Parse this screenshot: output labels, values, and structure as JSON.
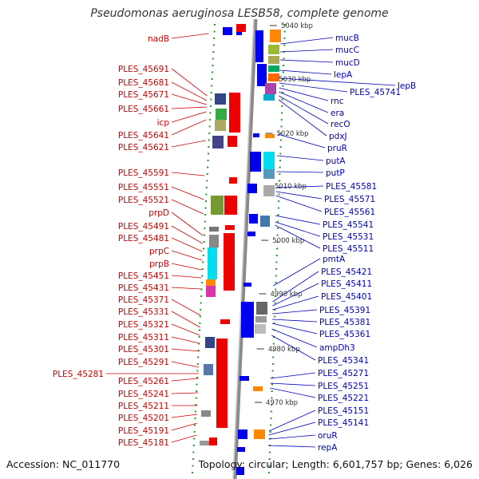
{
  "title": "Pseudomonas aeruginosa LESB58, complete genome",
  "footer": {
    "accession": "Accession: NC_011770",
    "summary": "Topology: circular; Length: 6,601,757 bp; Genes: 6,026"
  },
  "scale_labels": [
    "5040 kbp",
    "5030 kbp",
    "5020 kbp",
    "5010 kbp",
    "5000 kbp",
    "4990 kbp",
    "4980 kbp",
    "4970 kbp"
  ],
  "left_labels": [
    "nadB",
    "PLES_45691",
    "PLES_45681",
    "PLES_45671",
    "PLES_45661",
    "icp",
    "PLES_45641",
    "PLES_45621",
    "PLES_45591",
    "PLES_45551",
    "PLES_45521",
    "prpD",
    "PLES_45491",
    "PLES_45481",
    "prpC",
    "prpB",
    "PLES_45451",
    "PLES_45431",
    "PLES_45371",
    "PLES_45331",
    "PLES_45321",
    "PLES_45311",
    "PLES_45301",
    "PLES_45291",
    "PLES_45281",
    "PLES_45261",
    "PLES_45241",
    "PLES_45211",
    "PLES_45201",
    "PLES_45191",
    "PLES_45181"
  ],
  "right_labels": [
    "mucB",
    "mucC",
    "mucD",
    "lepA",
    "lepB",
    "PLES_45741",
    "rnc",
    "era",
    "recO",
    "pdxJ",
    "pruR",
    "putA",
    "putP",
    "PLES_45581",
    "PLES_45571",
    "PLES_45561",
    "PLES_45541",
    "PLES_45531",
    "PLES_45511",
    "pmtA",
    "PLES_45421",
    "PLES_45411",
    "PLES_45401",
    "PLES_45391",
    "PLES_45381",
    "PLES_45361",
    "ampDh3",
    "PLES_45341",
    "PLES_45271",
    "PLES_45251",
    "PLES_45221",
    "PLES_45151",
    "PLES_45141",
    "oruR",
    "repA"
  ],
  "colors": {
    "forward_strand": "#ee0000",
    "reverse_strand": "#0000ee",
    "left_label": "#cc0000",
    "right_label": "#0000bb",
    "backbone": "#999999",
    "tick": "#229922"
  }
}
